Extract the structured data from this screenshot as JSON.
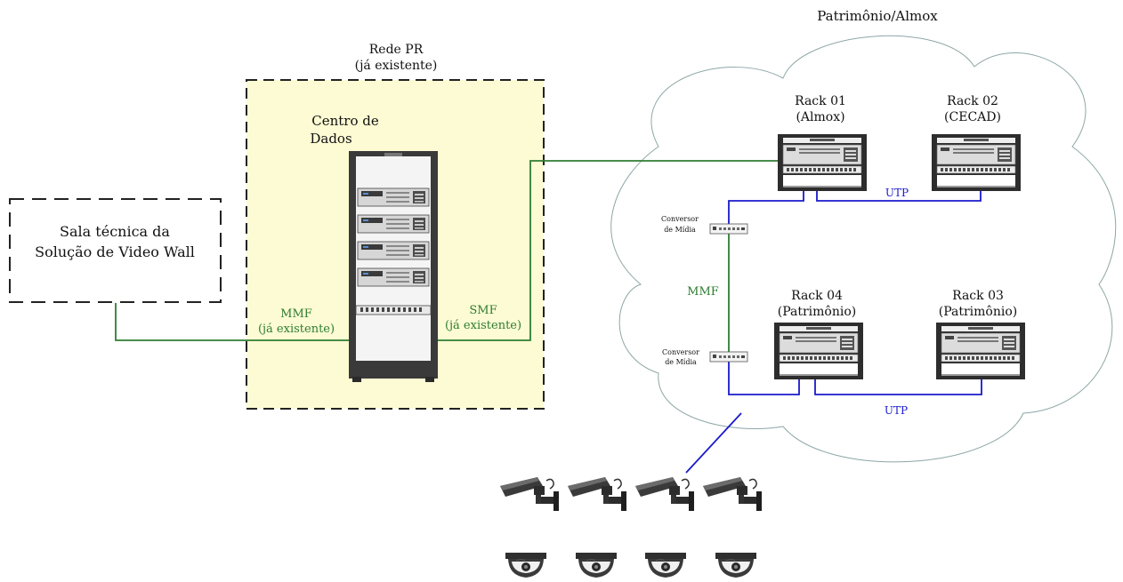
{
  "header": {
    "title": "Patrimônio/Almox"
  },
  "rede_pr": {
    "title_line1": "Rede PR",
    "title_line2": "(já existente)"
  },
  "centro_dados": {
    "line1": "Centro de",
    "line2": "Dados"
  },
  "sala_tecnica": {
    "line1": "Sala técnica da",
    "line2": "Solução de Video Wall"
  },
  "links": {
    "mmf_left_line1": "MMF",
    "mmf_left_line2": "(já existente)",
    "smf_line1": "SMF",
    "smf_line2": "(já existente)",
    "mmf_cloud": "MMF",
    "utp_top": "UTP",
    "utp_bottom": "UTP"
  },
  "racks": {
    "rack01": {
      "line1": "Rack 01",
      "line2": "(Almox)"
    },
    "rack02": {
      "line1": "Rack 02",
      "line2": "(CECAD)"
    },
    "rack04": {
      "line1": "Rack 04",
      "line2": "(Patrimônio)"
    },
    "rack03": {
      "line1": "Rack 03",
      "line2": "(Patrimônio)"
    }
  },
  "conversor_top": {
    "line1": "Conversor",
    "line2": "de Mídia"
  },
  "conversor_bottom": {
    "line1": "Conversor",
    "line2": "de Mídia"
  },
  "colors": {
    "fiber_green": "#2e7d32",
    "utp_blue": "#1a1acc",
    "datacenter_fill": "#fdfbd3",
    "cloud_stroke": "#8ea6a6",
    "rack_dark": "#3a3a3a"
  },
  "icons": {
    "server_rack": "server-rack-icon",
    "mini_rack": "mini-rack-icon",
    "media_converter": "media-converter-icon",
    "bullet_camera": "bullet-camera-icon",
    "dome_camera": "dome-camera-icon"
  }
}
